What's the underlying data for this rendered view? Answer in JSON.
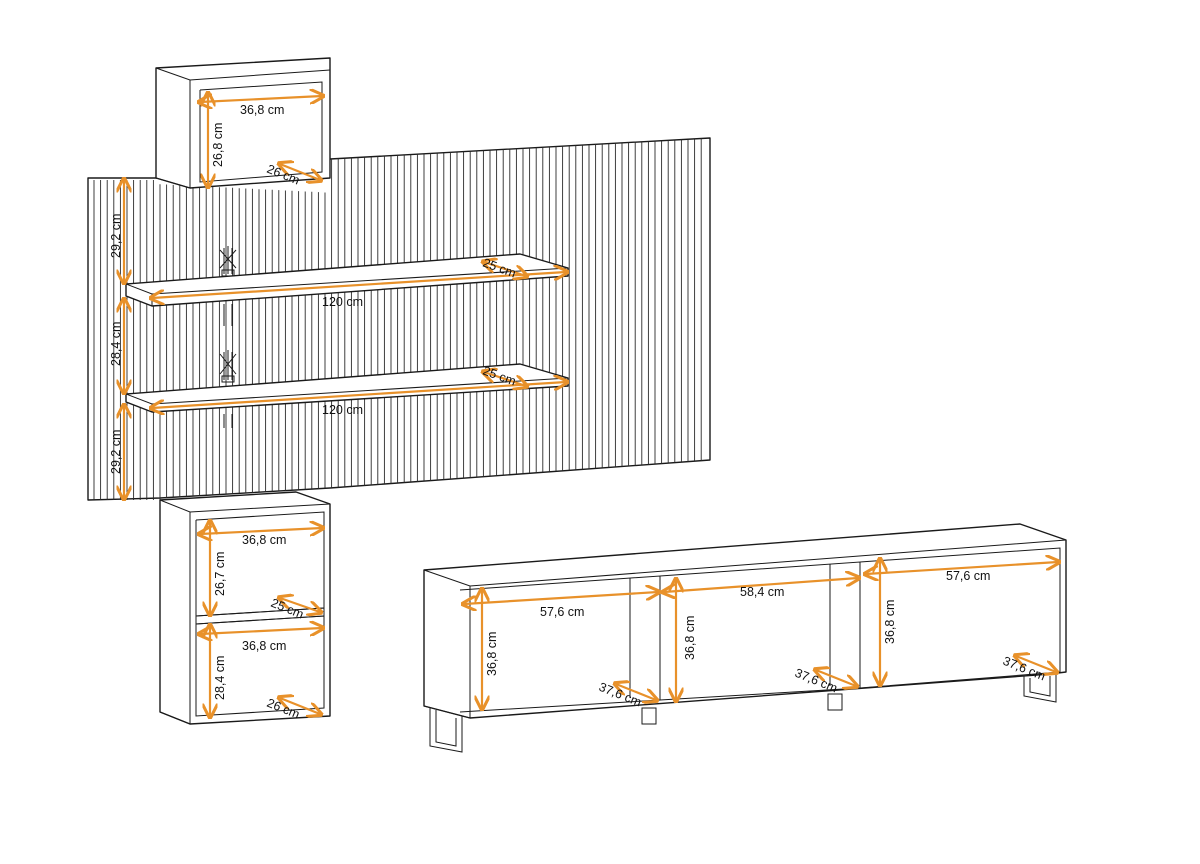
{
  "colors": {
    "dimension": "#e8912a",
    "line": "#1a1a1a",
    "background": "#ffffff"
  },
  "labels": {
    "top_box_w": "36,8 cm",
    "top_box_h": "26,8 cm",
    "top_box_d": "26 cm",
    "gap_top": "29,2 cm",
    "gap_mid": "28,4 cm",
    "gap_bottom": "29,2 cm",
    "shelf1_w": "120 cm",
    "shelf1_d": "25 cm",
    "shelf2_w": "120 cm",
    "shelf2_d": "25 cm",
    "cab_upper_w": "36,8 cm",
    "cab_upper_h": "26,7 cm",
    "cab_upper_d": "25 cm",
    "cab_lower_w": "36,8 cm",
    "cab_lower_h": "28,4 cm",
    "cab_lower_d": "26 cm",
    "tv_c1_w": "57,6 cm",
    "tv_c1_h": "36,8 cm",
    "tv_c1_d": "37,6 cm",
    "tv_c2_w": "58,4 cm",
    "tv_c2_h": "36,8 cm",
    "tv_c2_d": "37,6 cm",
    "tv_c3_w": "57,6 cm",
    "tv_c3_h": "36,8 cm",
    "tv_c3_d": "37,6 cm"
  }
}
